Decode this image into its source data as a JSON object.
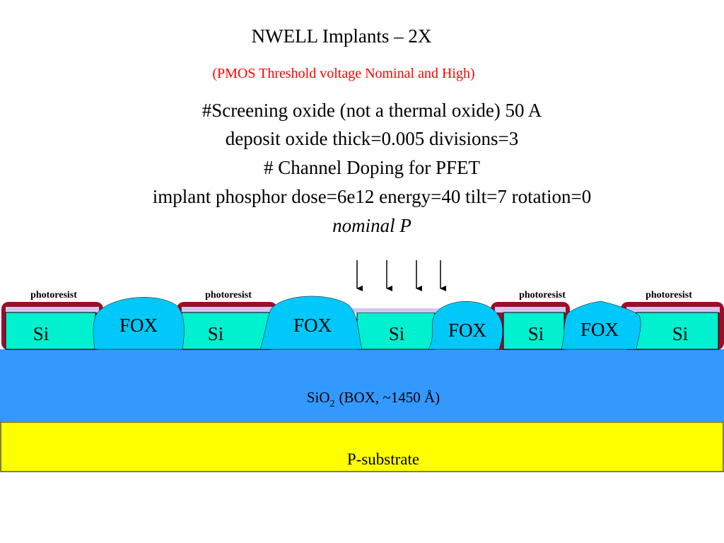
{
  "header": {
    "title": "NWELL Implants – 2X",
    "subtitle": "(PMOS Threshold voltage Nominal and High)"
  },
  "commands": {
    "line1": "#Screening oxide (not a thermal oxide) 50 A",
    "line2": "deposit oxide thick=0.005 divisions=3",
    "line3": "# Channel Doping for PFET",
    "line4": "implant phosphor dose=6e12 energy=40 tilt=7 rotation=0",
    "line5": "nominal P"
  },
  "cross_section": {
    "photoresist_label": "photoresist",
    "fox_label": "FOX",
    "si_label": "Si",
    "box": {
      "formula_base": "SiO",
      "formula_sub": "2",
      "description": "(BOX, ~1450 Å)"
    },
    "substrate_label": "P-substrate",
    "colors": {
      "si": "#00f0d0",
      "fox": "#00c8f8",
      "box": "#3399ff",
      "substrate": "#ffff00",
      "photoresist": "#9a0e2a",
      "screen_oxide": "#d0c8f0"
    }
  }
}
